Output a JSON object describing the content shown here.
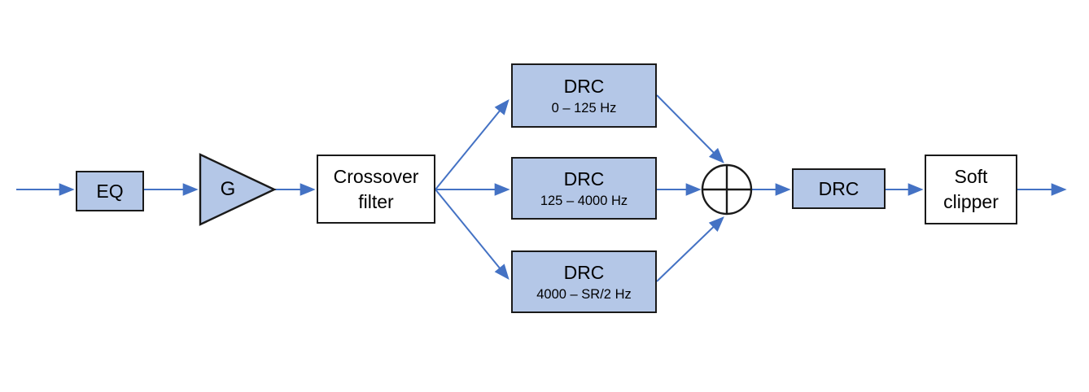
{
  "diagram": {
    "type": "signal-flow-block-diagram",
    "description": "Audio dynamics processing chain with 3-band crossover and per-band DRC",
    "colors": {
      "node_fill": "#B4C7E7",
      "node_border": "#1A1A1A",
      "arrow": "#4472C4",
      "background": "#FFFFFF",
      "text": "#000000"
    },
    "nodes": {
      "eq": {
        "label": "EQ"
      },
      "gain": {
        "label": "G",
        "shape": "triangle"
      },
      "crossover": {
        "line1": "Crossover",
        "line2": "filter"
      },
      "drc_low": {
        "title": "DRC",
        "subtitle": "0 – 125 Hz"
      },
      "drc_mid": {
        "title": "DRC",
        "subtitle": "125 – 4000 Hz"
      },
      "drc_high": {
        "title": "DRC",
        "subtitle": "4000 – SR/2 Hz"
      },
      "summer": {
        "icon": "circled-plus-summing-junction"
      },
      "drc_post": {
        "label": "DRC"
      },
      "soft_clipper": {
        "line1": "Soft",
        "line2": "clipper"
      }
    },
    "edges": [
      {
        "from": "input",
        "to": "eq"
      },
      {
        "from": "eq",
        "to": "gain"
      },
      {
        "from": "gain",
        "to": "crossover"
      },
      {
        "from": "crossover",
        "to": "drc_low"
      },
      {
        "from": "crossover",
        "to": "drc_mid"
      },
      {
        "from": "crossover",
        "to": "drc_high"
      },
      {
        "from": "drc_low",
        "to": "summer"
      },
      {
        "from": "drc_mid",
        "to": "summer"
      },
      {
        "from": "drc_high",
        "to": "summer"
      },
      {
        "from": "summer",
        "to": "drc_post"
      },
      {
        "from": "drc_post",
        "to": "soft_clipper"
      },
      {
        "from": "soft_clipper",
        "to": "output"
      }
    ]
  }
}
